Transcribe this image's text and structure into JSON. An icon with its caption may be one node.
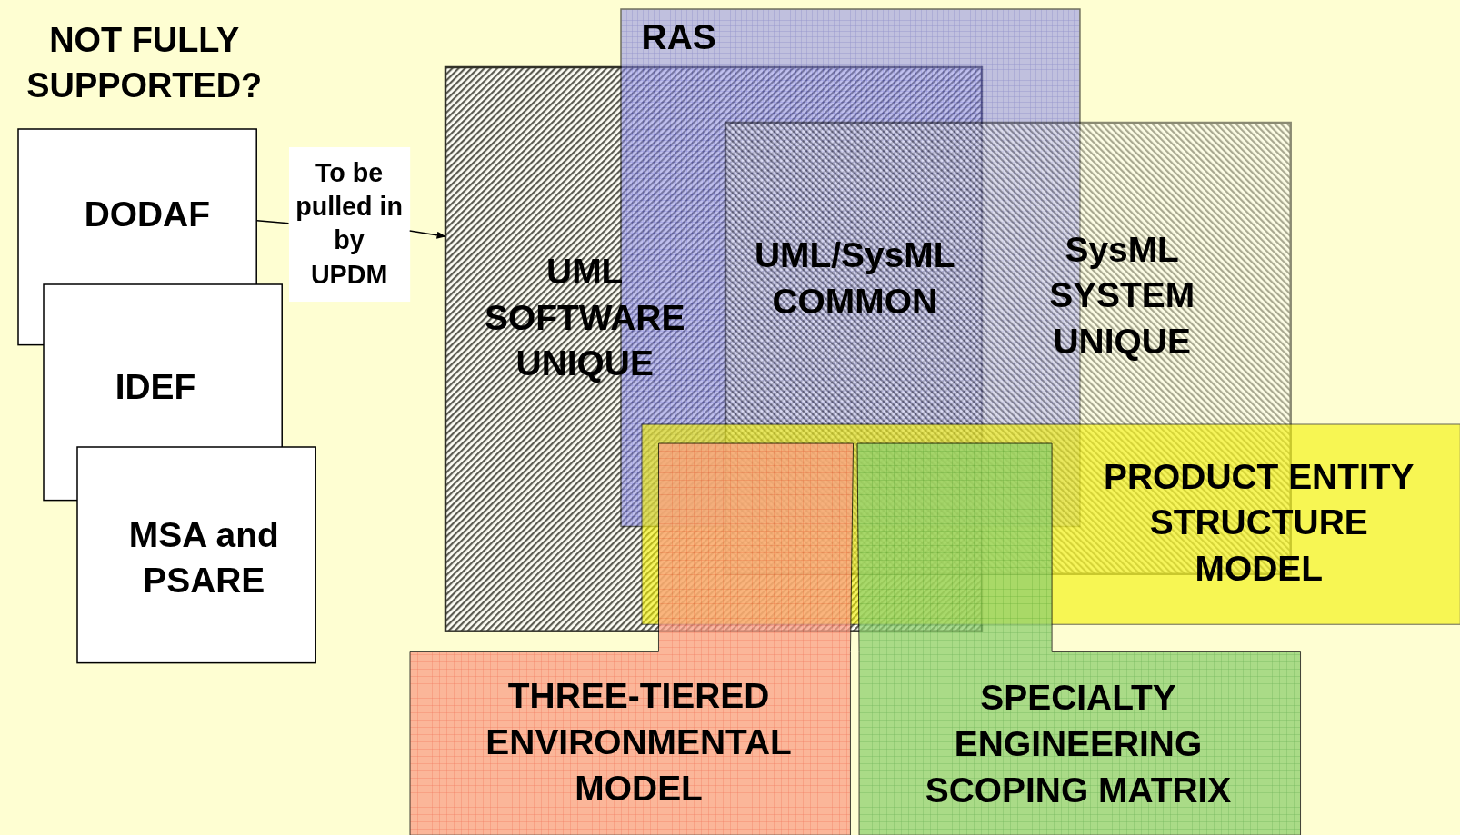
{
  "diagram": {
    "title": "NOT FULLY SUPPORTED?",
    "nodes": [
      {
        "text": [
          "DODAF"
        ]
      },
      {
        "text": [
          "IDEF"
        ]
      },
      {
        "text": [
          "MSA and PSARE"
        ]
      },
      {
        "text": [
          "To be pulled in by UPDM"
        ]
      },
      {
        "text": [
          "RAS"
        ]
      },
      {
        "text": [
          "UML SOFTWARE UNIQUE"
        ]
      },
      {
        "text": [
          "SysML SYSTEM UNIQUE"
        ]
      },
      {
        "text": [
          "PRODUCT ENTITY STRUCTURE MODEL"
        ]
      },
      {
        "text": [
          "THREE-TIERED ENVIRONMENTAL MODEL"
        ]
      },
      {
        "text": [
          "SPECIALTY ENGINEERING SCOPING MATRIX"
        ]
      }
    ],
    "edges": [
      {
        "from": 0,
        "to": 3,
        "arrow": "none"
      },
      {
        "from": 3,
        "to": 5,
        "arrow": "to"
      }
    ],
    "labels": [
      "UML/SysML COMMON"
    ]
  }
}
